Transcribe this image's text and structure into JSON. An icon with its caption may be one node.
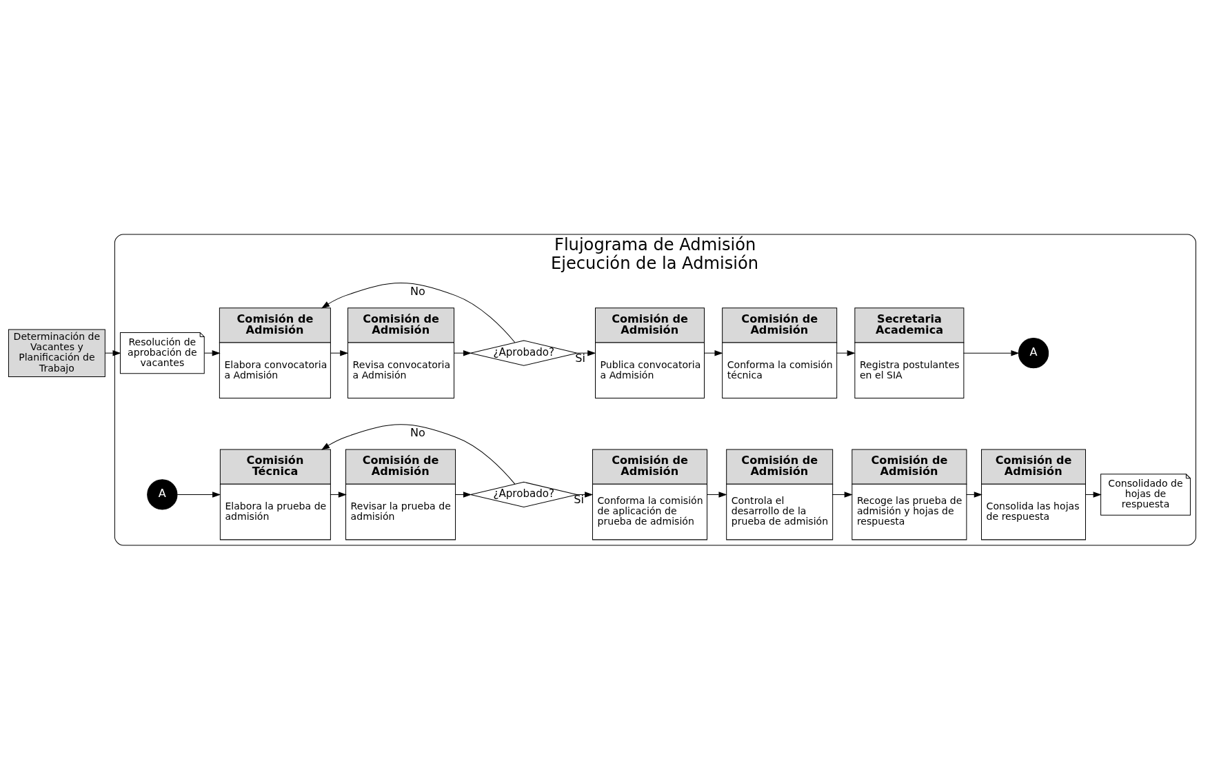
{
  "diagram": {
    "nodes": [
      {
        "text": [
          "Determinación de Vacantes y Planificación de Trabajo"
        ]
      },
      {
        "text": [
          "Flujograma de Admisión",
          "Ejecución de la Admisión"
        ]
      },
      {
        "text": [
          "Resolución de aprobación de vacantes"
        ],
        "in": 1
      },
      {
        "text": [
          "Comisión de Admisión",
          "Elabora convocatoria a Admisión"
        ],
        "in": 1
      },
      {
        "text": [
          "Comisión de Admisión",
          "Revisa convocatoria a Admisión"
        ],
        "in": 1
      },
      {
        "text": [
          "¿Aprobado?"
        ],
        "in": 1
      },
      {
        "text": [
          "Comisión de Admisión",
          "Publica convocatoria a Admisión"
        ],
        "in": 1
      },
      {
        "text": [
          "Comisión de Admisión",
          "Conforma la comisión técnica"
        ],
        "in": 1
      },
      {
        "text": [
          "Secretaria Academica",
          "Registra postulantes en el SIA"
        ],
        "in": 1
      },
      {
        "text": [
          "A"
        ],
        "in": 1
      },
      {
        "text": [
          "A"
        ],
        "in": 1
      },
      {
        "text": [
          "Comisión Técnica",
          "Elabora la prueba de admisión"
        ],
        "in": 1
      },
      {
        "text": [
          "Comisión de Admisión",
          "Revisar la prueba de admisión"
        ],
        "in": 1
      },
      {
        "text": [
          "¿Aprobado?"
        ],
        "in": 1
      },
      {
        "text": [
          "Comisión de Admisión",
          "Conforma la comisión de aplicación de prueba de admisión"
        ],
        "in": 1
      },
      {
        "text": [
          "Comisión de Admisión",
          "Controla el desarrollo de la prueba de admisión"
        ],
        "in": 1
      },
      {
        "text": [
          "Comisión de Admisión",
          "Recoge las prueba de admisión y hojas de respuesta"
        ],
        "in": 1
      },
      {
        "text": [
          "Comisión de Admisión",
          "Consolida las hojas de respuesta"
        ],
        "in": 1
      },
      {
        "text": [
          "Consolidado de hojas de respuesta"
        ],
        "in": 1
      }
    ],
    "edges": [
      {
        "from": 0,
        "to": 2,
        "arrow": "to"
      },
      {
        "from": 2,
        "to": 3,
        "arrow": "to"
      },
      {
        "from": 3,
        "to": 4,
        "arrow": "to"
      },
      {
        "from": 4,
        "to": 5,
        "arrow": "to"
      },
      {
        "from": 5,
        "to": 6,
        "arrow": "to",
        "label": "Si"
      },
      {
        "from": 5,
        "to": 3,
        "arrow": "to",
        "label": "No"
      },
      {
        "from": 6,
        "to": 7,
        "arrow": "to"
      },
      {
        "from": 7,
        "to": 8,
        "arrow": "to"
      },
      {
        "from": 8,
        "to": 9,
        "arrow": "to"
      },
      {
        "from": 10,
        "to": 11,
        "arrow": "to"
      },
      {
        "from": 11,
        "to": 12,
        "arrow": "to"
      },
      {
        "from": 12,
        "to": 13,
        "arrow": "to"
      },
      {
        "from": 13,
        "to": 14,
        "arrow": "to",
        "label": "Si"
      },
      {
        "from": 13,
        "to": 11,
        "arrow": "to",
        "label": "No"
      },
      {
        "from": 14,
        "to": 15,
        "arrow": "to"
      },
      {
        "from": 15,
        "to": 16,
        "arrow": "to"
      },
      {
        "from": 16,
        "to": 17,
        "arrow": "to"
      },
      {
        "from": 17,
        "to": 18,
        "arrow": "to"
      }
    ]
  }
}
